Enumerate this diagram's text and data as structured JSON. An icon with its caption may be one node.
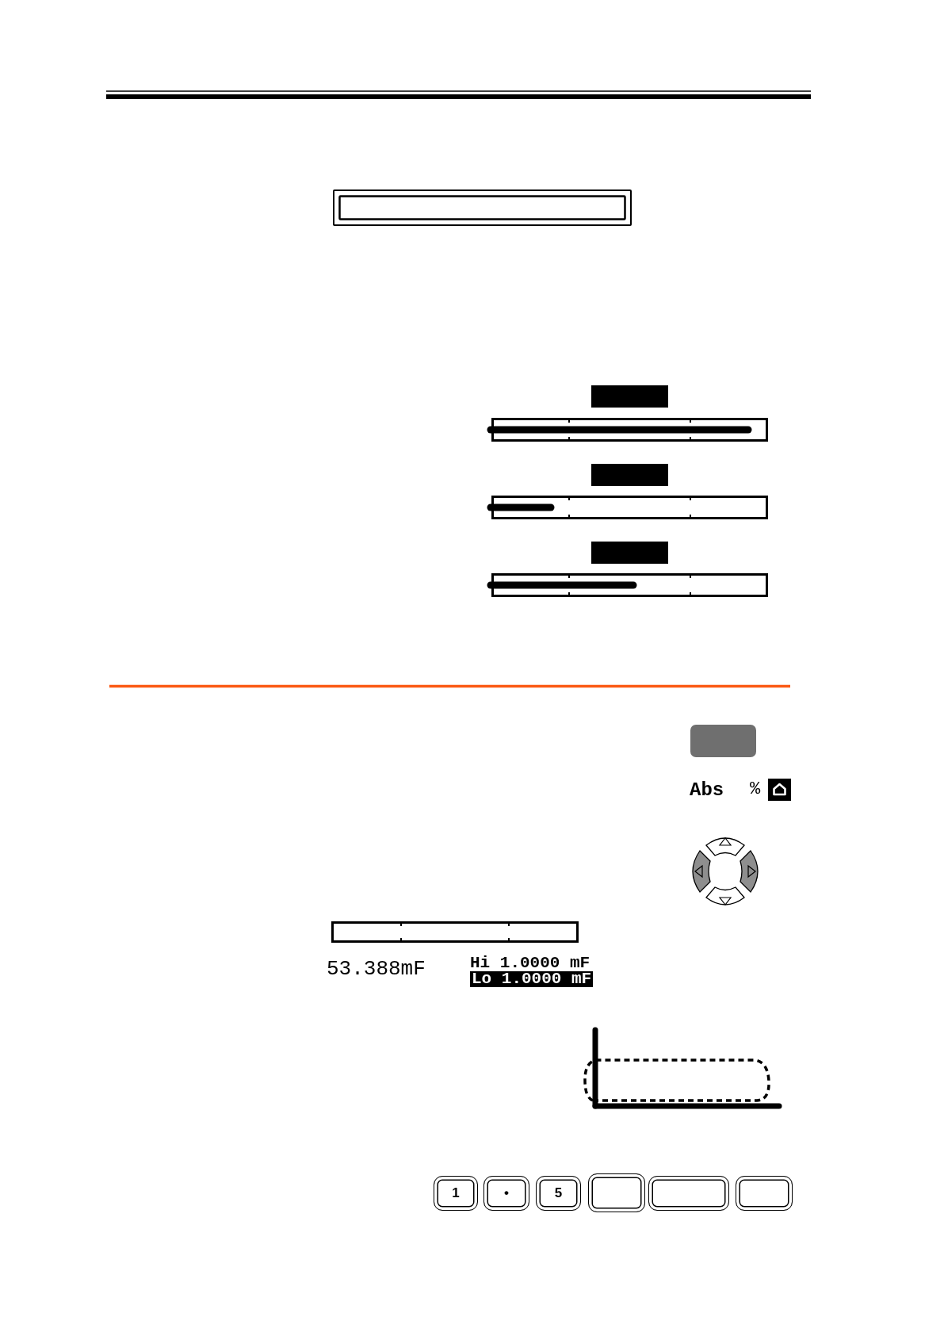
{
  "diagram": {
    "nodes": [
      {
        "text": [
          "1"
        ]
      },
      {
        "text": [
          "•"
        ]
      },
      {
        "text": [
          "5"
        ]
      },
      {
        "text": [],
        "shape": "box"
      },
      {
        "text": [],
        "shape": "box"
      },
      {
        "text": [],
        "shape": "box"
      }
    ],
    "labels": [
      "Abs",
      "%",
      "53.388mF",
      "Hi 1.0000 mF",
      "Lo 1.0000 mF"
    ]
  }
}
